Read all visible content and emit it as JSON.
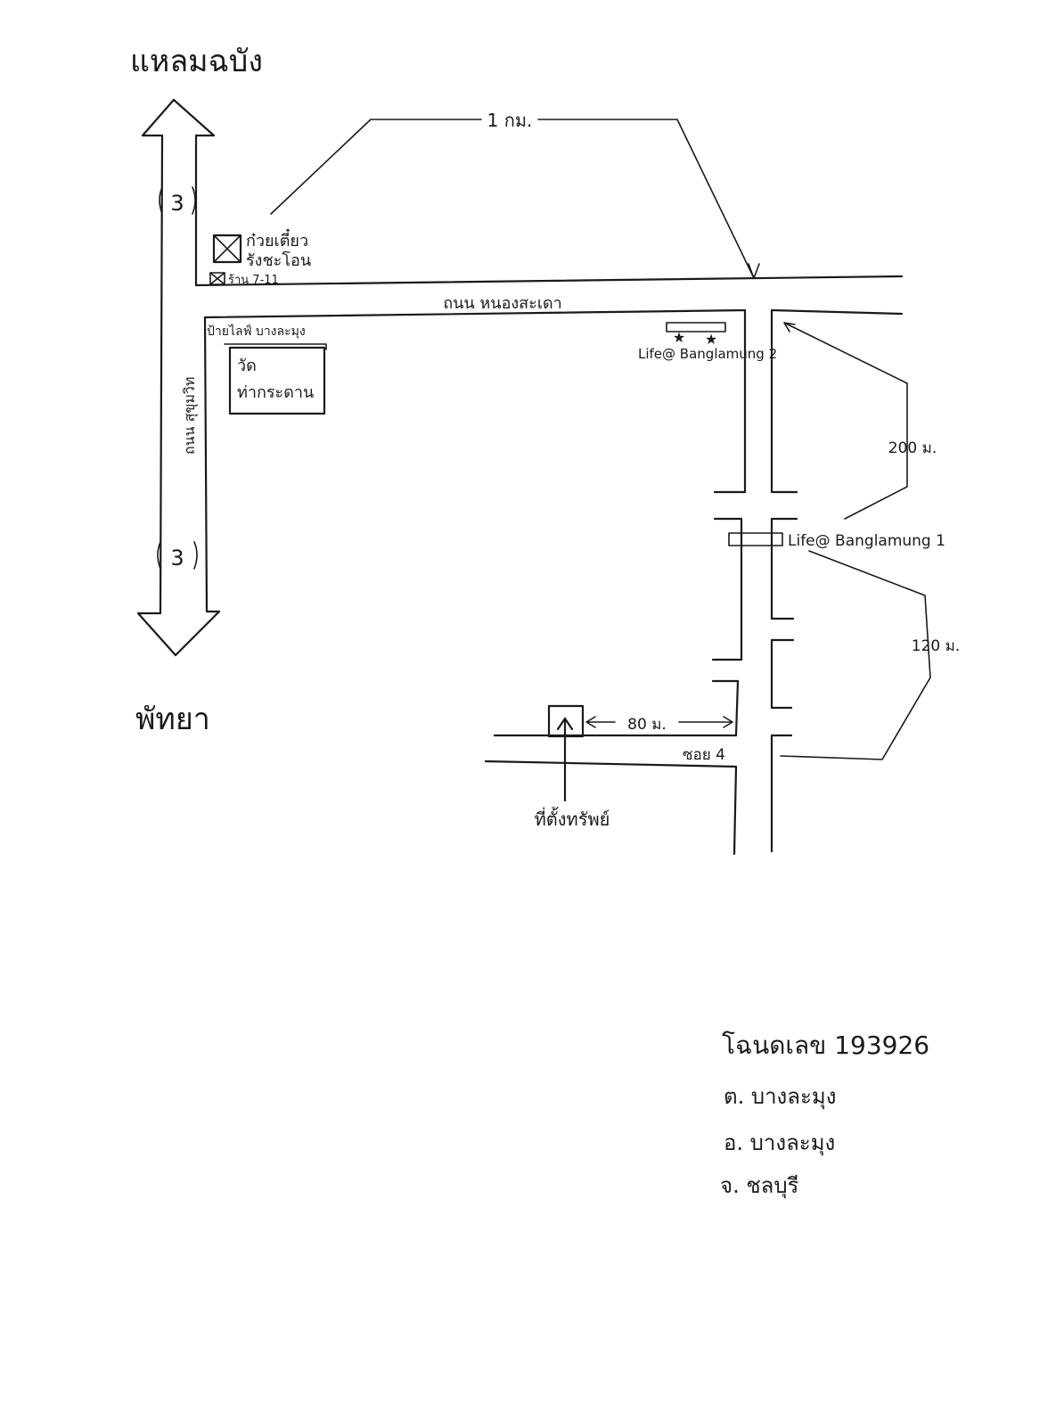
{
  "places": {
    "north": "แหลมฉบัง",
    "south": "พัทยา"
  },
  "roads": {
    "main_road": "ถนน สุขุมวิท",
    "cross_road": "ถนน หนองสะเดา",
    "soi": "ซอย 4"
  },
  "landmarks": {
    "noodle_shop": "ก๋วยเตี๋ยว รังชะโอน",
    "noodle_shop_line1": "ก๋วยเตี๋ยว",
    "noodle_shop_line2": "รังชะโอน",
    "seven_eleven": "ร้าน 7-11",
    "bus_stop": "ป้ายไลฟ์ บางละมุง",
    "temple_line1": "วัด",
    "temple_line2": "ท่ากระดาน",
    "life2": "Life@ Banglamung 2",
    "life1": "Life@ Banglamung 1",
    "property": "ที่ตั้งทรัพย์"
  },
  "distances": {
    "d1": "1 กม.",
    "d2": "200 ม.",
    "d3": "120 ม.",
    "d4": "80 ม."
  },
  "highway_badge": "3",
  "deed": {
    "number": "โฉนดเลข 193926",
    "tambon": "ต. บางละมุง",
    "amphoe": "อ. บางละมุง",
    "changwat": "จ. ชลบุรี"
  }
}
